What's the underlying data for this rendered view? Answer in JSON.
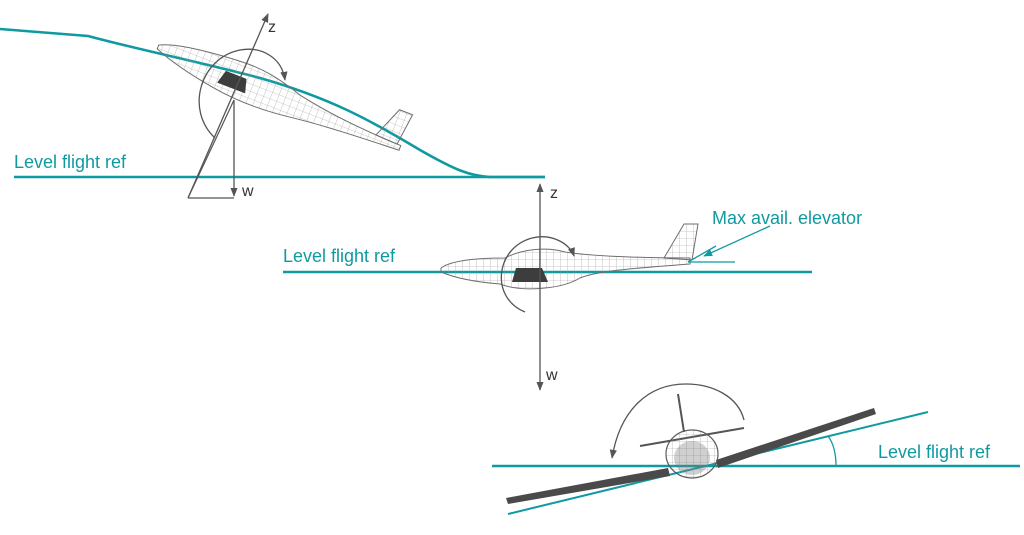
{
  "labels": {
    "level_ref_1": "Level flight ref",
    "level_ref_2": "Level flight ref",
    "level_ref_3": "Level flight ref",
    "max_elevator": "Max avail. elevator",
    "axis_z_1": "z",
    "axis_w_1": "w",
    "axis_z_2": "z",
    "axis_w_2": "w"
  },
  "colors": {
    "accent": "#0f9aa1",
    "ink": "#555555",
    "aircraft": "#9a9a9a",
    "aircraft_dark": "#3d3d3d"
  }
}
